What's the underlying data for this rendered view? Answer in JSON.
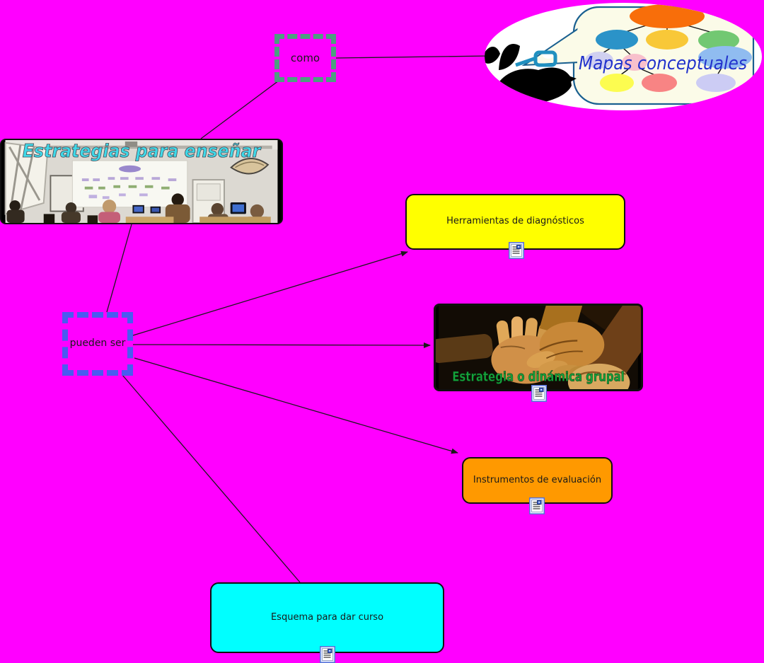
{
  "canvas": {
    "background_color": "#FF00FF",
    "link_line_color": "#1a1a1a"
  },
  "linking_phrases": {
    "como": {
      "label": "como",
      "border_color": "#4D9E80",
      "border_style": "dashed"
    },
    "pueden_ser": {
      "label": "pueden ser",
      "border_color": "#4A5BF0",
      "border_style": "dashed"
    }
  },
  "concepts": {
    "herramientas": {
      "label": "Herramientas de diagnósticos",
      "fill_color": "#FFFF00",
      "has_resource": true
    },
    "estrategia_grupal": {
      "label": "Estrategia o dinámica grupal",
      "label_color": "#15A33C",
      "type": "image",
      "has_resource": true
    },
    "instrumentos": {
      "label": "Instrumentos de evaluación",
      "fill_color": "#FF9900",
      "has_resource": true
    },
    "esquema": {
      "label": "Esquema para dar curso",
      "fill_color": "#00FFFF",
      "has_resource": true
    },
    "estrategias_ensenar": {
      "label": "Estrategias para enseñar",
      "label_color": "#3FD9E8",
      "type": "image"
    },
    "mapas_conceptuales": {
      "label": "Mapas conceptuales",
      "label_color": "#2233CC",
      "type": "logo-image"
    }
  },
  "icons": {
    "resource": "attached-resource-icon"
  }
}
